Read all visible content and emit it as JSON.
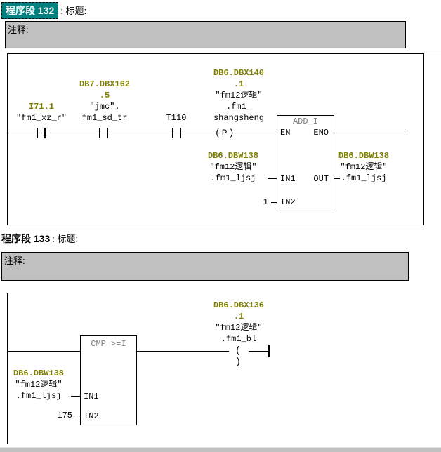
{
  "colors": {
    "selected_title_bg": "#008080",
    "address_text": "#7F7F00",
    "comment_bg": "#C0C0C0",
    "block_title_text": "#808080"
  },
  "net132": {
    "badge": "程序段  132",
    "title_suffix": ": 标题:",
    "comment": "注释:",
    "c1": {
      "l1": "I71.1",
      "l2": "\"fm1_xz_r\""
    },
    "c2": {
      "l1": "DB7.DBX162",
      "l2": ".5",
      "l3": "\"jmc\".",
      "l4": "fm1_sd_tr"
    },
    "c3": {
      "l1": "T110"
    },
    "c4": {
      "l1": "DB6.DBX140",
      "l2": ".1",
      "l3": "\"fm12逻辑\"",
      "l4": ".fm1_",
      "l5": "shangsheng",
      "edge": "(P)"
    },
    "block": {
      "title": "ADD_I",
      "pin_en": "EN",
      "pin_eno": "ENO",
      "pin_in1": "IN1",
      "pin_in2": "IN2",
      "pin_out": "OUT"
    },
    "in1": {
      "l1": "DB6.DBW138",
      "l2": "\"fm12逻辑\"",
      "l3": ".fm1_ljsj"
    },
    "in2": "1",
    "out": {
      "l1": "DB6.DBW138",
      "l2": "\"fm12逻辑\"",
      "l3": ".fm1_ljsj"
    }
  },
  "net133": {
    "badge": "程序段  133",
    "title_suffix": ": 标题:",
    "comment": "注释:",
    "block": {
      "title": "CMP >=I",
      "pin_in1": "IN1",
      "pin_in2": "IN2"
    },
    "in1": {
      "l1": "DB6.DBW138",
      "l2": "\"fm12逻辑\"",
      "l3": ".fm1_ljsj"
    },
    "in2": "175",
    "coil": {
      "l1": "DB6.DBX136",
      "l2": ".1",
      "l3": "\"fm12逻辑\"",
      "l4": ".fm1_bl",
      "symbol": "( )"
    }
  }
}
